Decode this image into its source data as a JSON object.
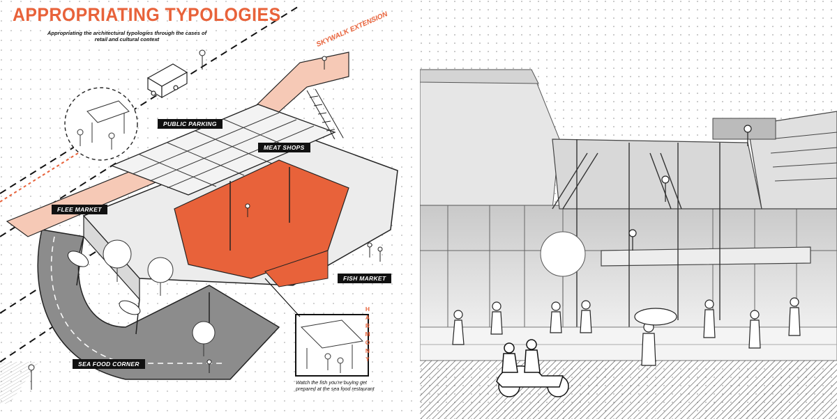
{
  "title": "APPROPRIATING TYPOLOGIES",
  "subtitle": "Appropriating the architectural typologies through the cases of retail and cultural context",
  "labels": {
    "skywalk": "SKYWALK EXTENSION",
    "public_parking": "PUBLIC PARKING",
    "meat_shops": "MEAT SHOPS",
    "flee_market": "FLEE MARKET",
    "fish_market": "FISH MARKET",
    "sea_food_corner": "SEA FOOD CORNER",
    "harmony": "HARMONY"
  },
  "inset_caption": "Watch the fish you're buying get prepared at the sea food restaurant",
  "colors": {
    "accent": "#e8623a",
    "accent_light": "#f6c9b6",
    "label_bg": "#111111",
    "line": "#222222",
    "road": "#8c8c8c"
  },
  "icons": [
    "dot-grid-pattern",
    "delivery-truck-icon",
    "tree-icon",
    "car-icon",
    "person-figure-icon",
    "scooter-icon"
  ]
}
